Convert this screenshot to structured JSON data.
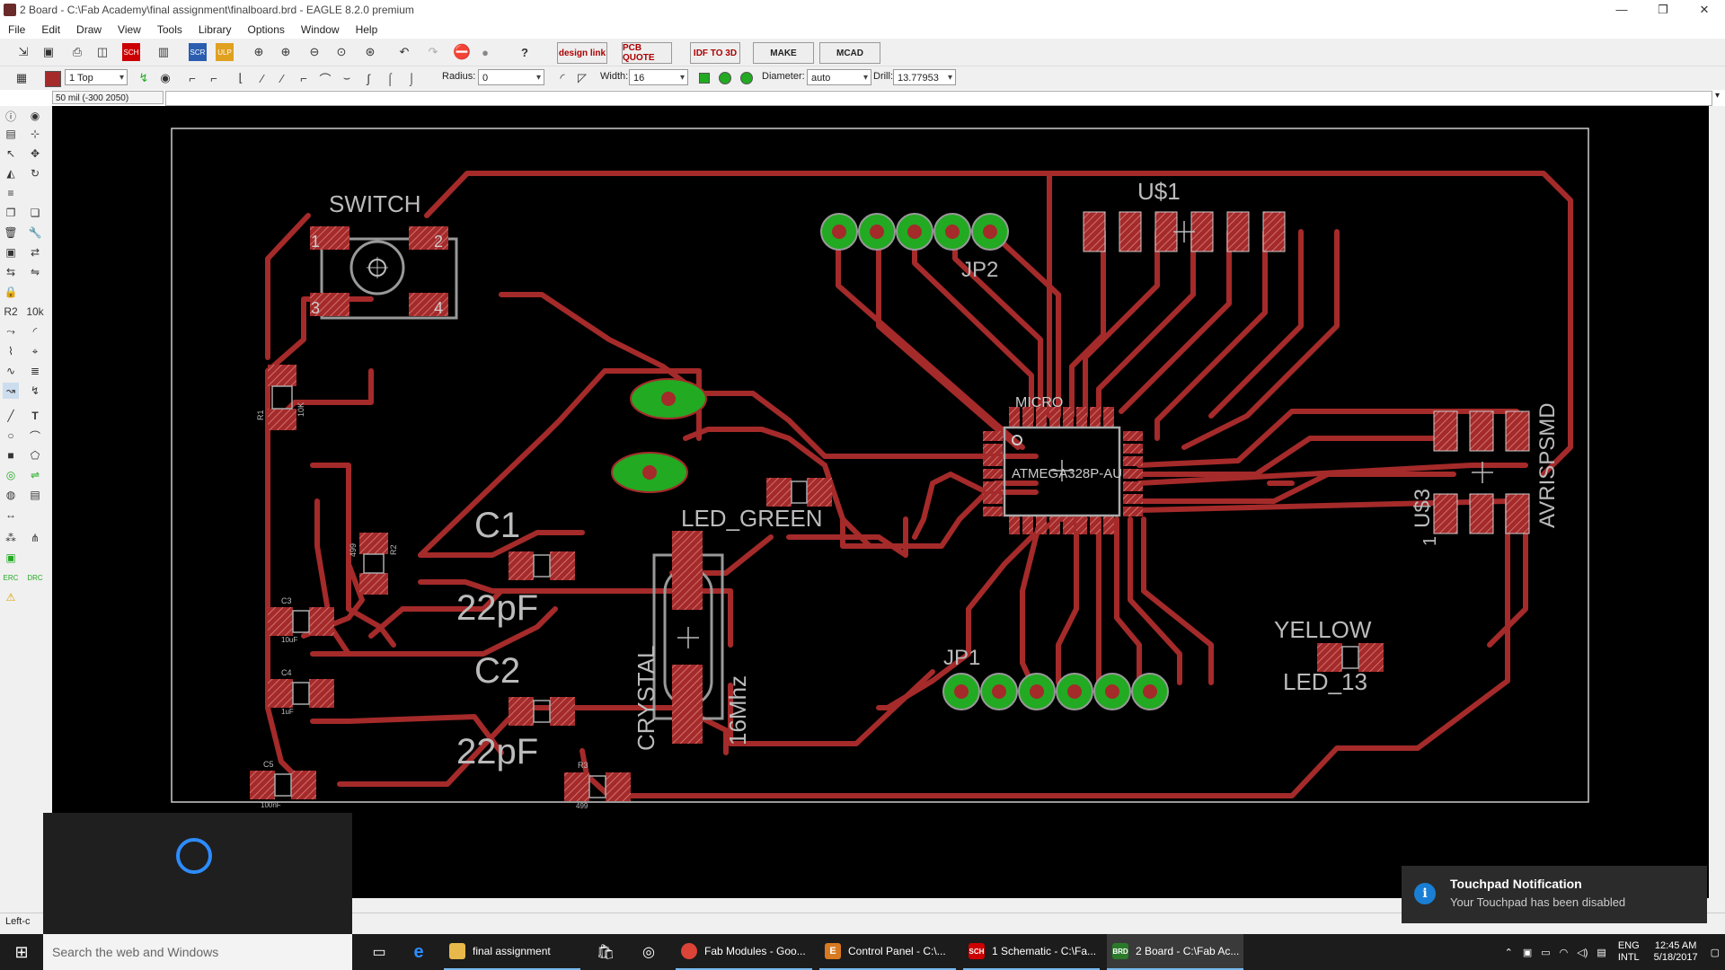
{
  "window": {
    "title": "2 Board - C:\\Fab Academy\\final assignment\\finalboard.brd - EAGLE 8.2.0 premium",
    "minimize": "—",
    "maximize": "❐",
    "close": "✕"
  },
  "menu": [
    "File",
    "Edit",
    "Draw",
    "View",
    "Tools",
    "Library",
    "Options",
    "Window",
    "Help"
  ],
  "toolbar": {
    "design_link": "design link",
    "pcb_quote": "PCB QUOTE",
    "idf_3d": "IDF TO 3D",
    "make": "MAKE",
    "mcad": "MCAD",
    "help_icon": "?"
  },
  "props": {
    "layer": "1 Top",
    "radius_label": "Radius:",
    "radius": "0",
    "width_label": "Width:",
    "width": "16",
    "diameter_label": "Diameter:",
    "diameter": "auto",
    "drill_label": "Drill:",
    "drill": "13.77953"
  },
  "command": {
    "coord": "50 mil (-300 2050)",
    "value": ""
  },
  "board": {
    "switch": "SWITCH",
    "c1": "C1",
    "c1v": "22pF",
    "c2": "C2",
    "c2v": "22pF",
    "led_green": "LED_GREEN",
    "crystal": "CRYSTAL",
    "crystal_v": "16Mhz",
    "micro": "MICRO",
    "atmega": "ATMEGA328P-AU",
    "jp1": "JP1",
    "jp2": "JP2",
    "u1": "U$1",
    "u3": "U$3",
    "u3pin": "1",
    "avr": "AVRISPSMD",
    "yellow": "YELLOW",
    "led13": "LED_13",
    "r1": "R1",
    "r2": "R2",
    "r3": "R3",
    "r499": "499",
    "r10k": "10K",
    "c3": "C3",
    "c4": "C4",
    "c5": "C5",
    "c3v": "10uF",
    "c4v": "1uF",
    "c5v": "100nF",
    "sw1": "1",
    "sw2": "2",
    "sw3": "3",
    "sw4": "4"
  },
  "colors": {
    "trace": "#a52a2a",
    "pad_green": "#22aa22",
    "bg": "#000000"
  },
  "status": {
    "left": "Left-c"
  },
  "taskbar": {
    "search": "Search the web and Windows",
    "apps": [
      {
        "label": "final assignment",
        "icon": "folder-icon"
      },
      {
        "label": "Fab Modules - Goo...",
        "icon": "chrome-icon"
      },
      {
        "label": "Control Panel - C:\\...",
        "icon": "eagle-icon"
      },
      {
        "label": "1 Schematic - C:\\Fa...",
        "icon": "schematic-icon"
      },
      {
        "label": "2 Board - C:\\Fab Ac...",
        "icon": "board-icon"
      }
    ],
    "lang": "ENG",
    "lang2": "INTL",
    "time": "12:45 AM",
    "date": "5/18/2017"
  },
  "toast": {
    "title": "Touchpad Notification",
    "body": "Your Touchpad has been disabled",
    "icon": "i"
  }
}
